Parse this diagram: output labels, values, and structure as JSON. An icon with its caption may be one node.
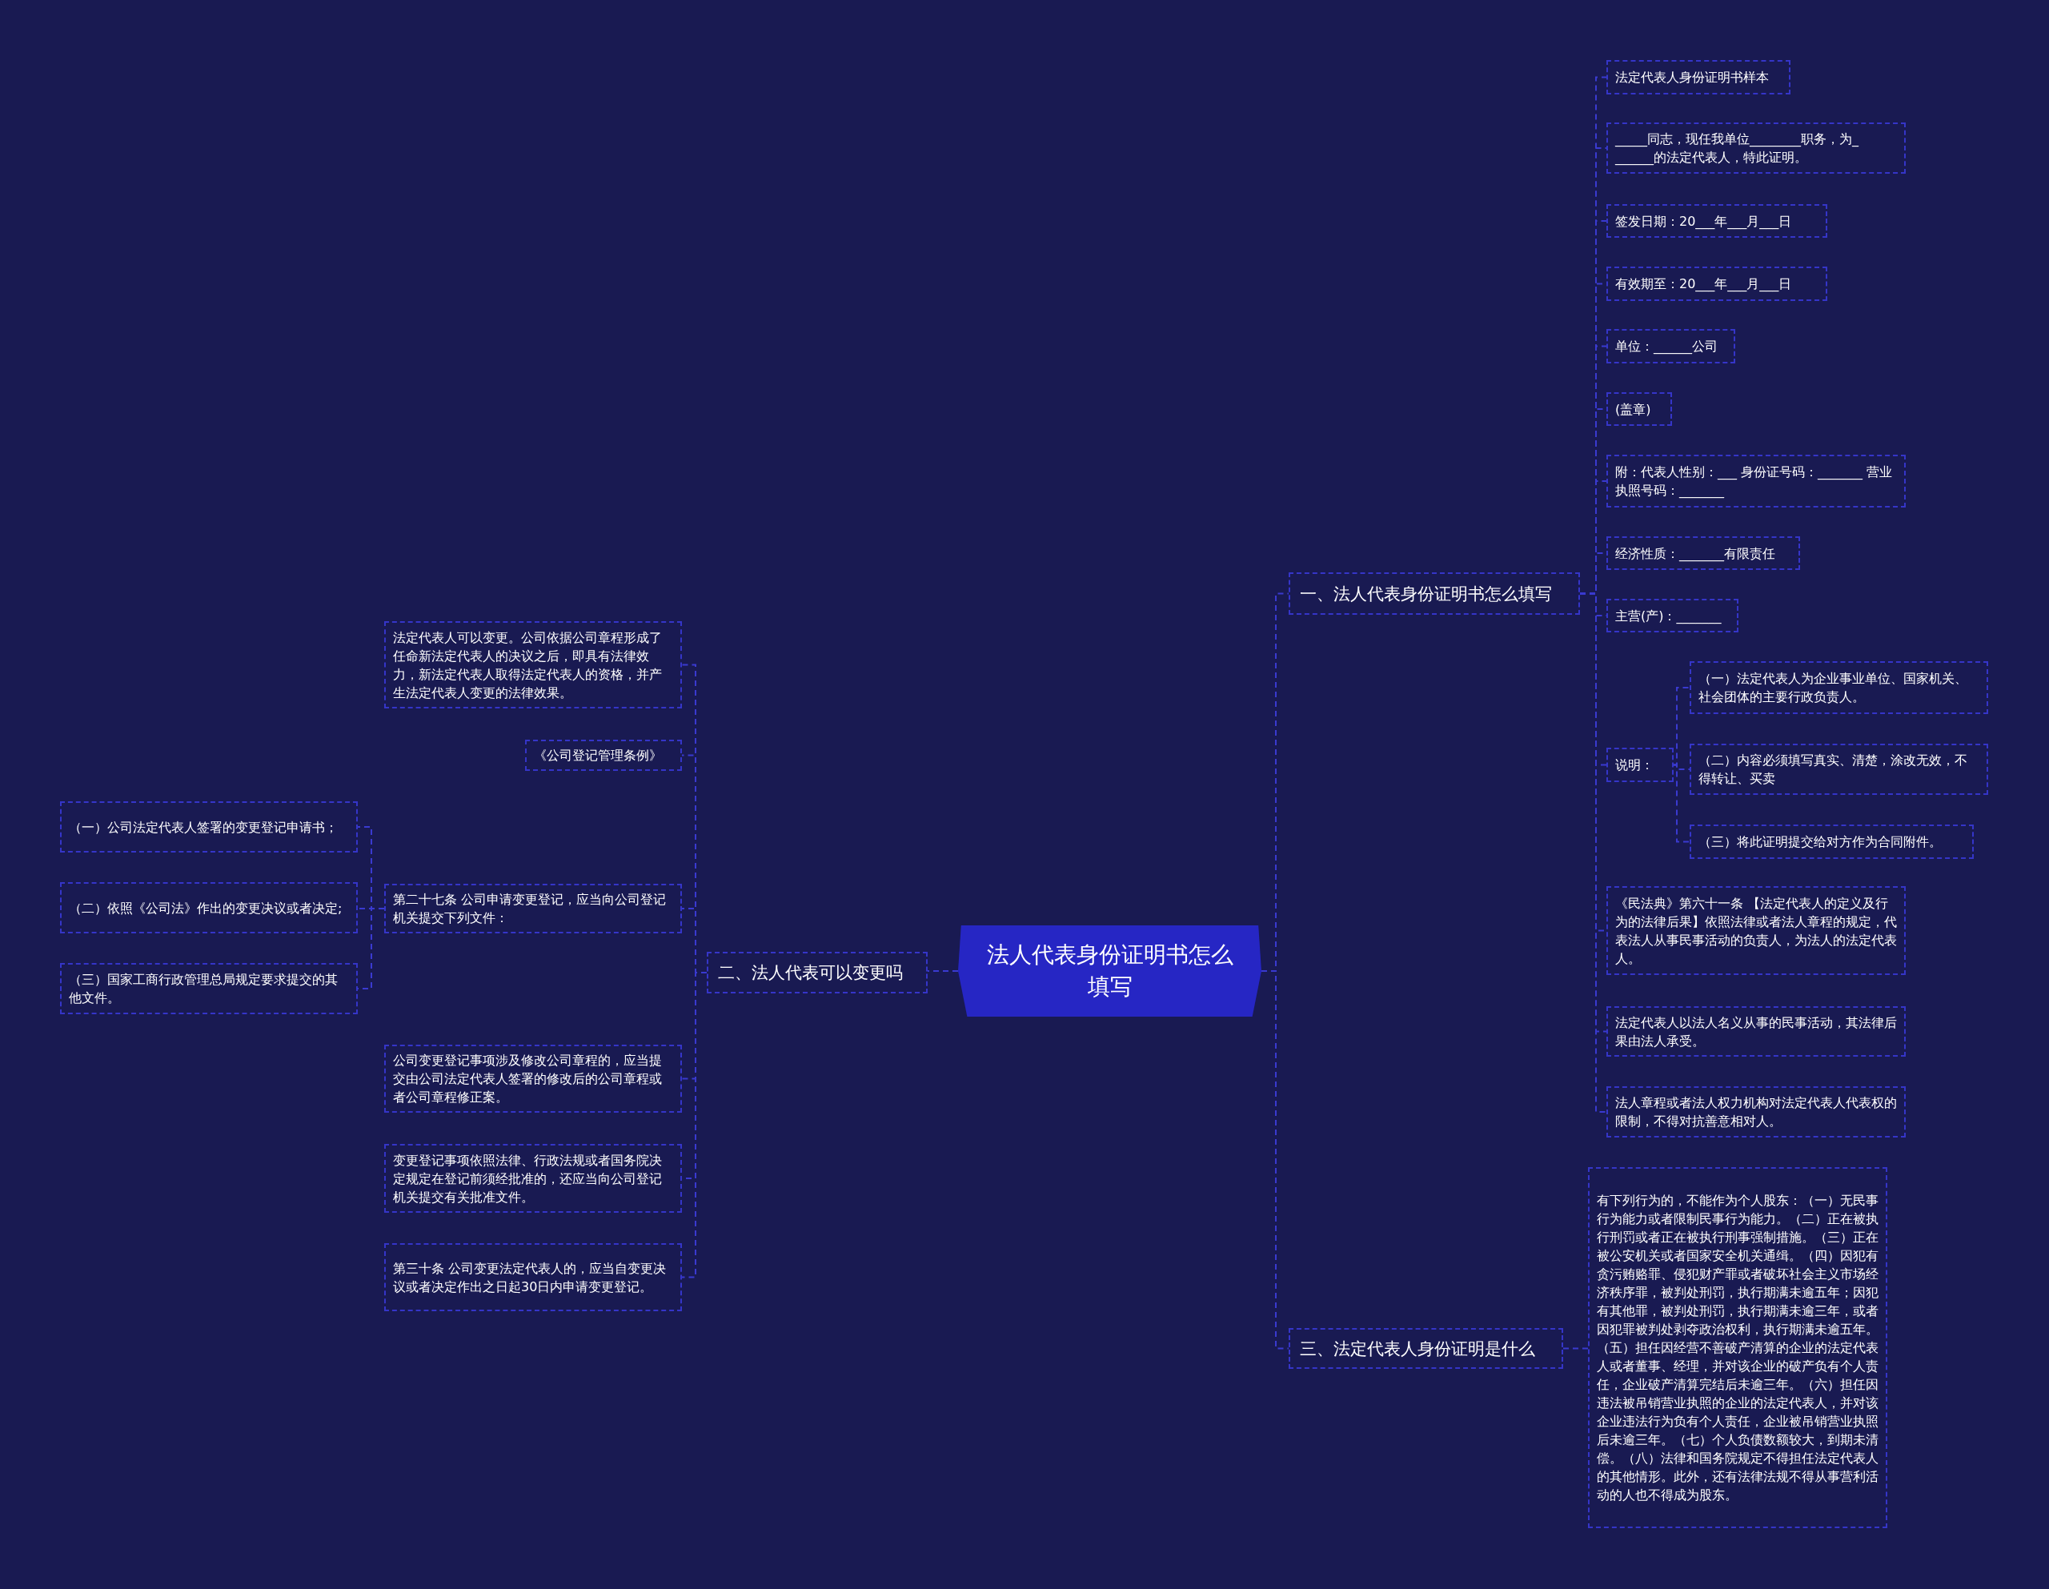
{
  "diagram": {
    "nodes": [
      {
        "text": [
          "法人代表身份证明书怎么填写"
        ]
      },
      {
        "text": [
          "一、法人代表身份证明书怎么填写"
        ]
      },
      {
        "text": [
          "法定代表人身份证明书样本"
        ]
      },
      {
        "text": [
          "_____同志，现任我单位________职务，为_ ______的法定代表人，特此证明。"
        ]
      },
      {
        "text": [
          "签发日期：20___年___月___日"
        ]
      },
      {
        "text": [
          "有效期至：20___年___月___日"
        ]
      },
      {
        "text": [
          "单位：______公司"
        ]
      },
      {
        "text": [
          "(盖章)"
        ]
      },
      {
        "text": [
          "附：代表人性别：___ 身份证号码：_______ 营业执照号码：_______"
        ]
      },
      {
        "text": [
          "经济性质：_______有限责任"
        ]
      },
      {
        "text": [
          "主营(产)：_______"
        ]
      },
      {
        "text": [
          "说明："
        ]
      },
      {
        "text": [
          "（一）法定代表人为企业事业单位、国家机关、社会团体的主要行政负责人。"
        ]
      },
      {
        "text": [
          "（二）内容必须填写真实、清楚，涂改无效，不得转让、买卖"
        ]
      },
      {
        "text": [
          "（三）将此证明提交给对方作为合同附件。"
        ]
      },
      {
        "text": [
          "《民法典》第六十一条 【法定代表人的定义及行为的法律后果】依照法律或者法人章程的规定，代表法人从事民事活动的负责人，为法人的法定代表人。"
        ]
      },
      {
        "text": [
          "法定代表人以法人名义从事的民事活动，其法律后果由法人承受。"
        ]
      },
      {
        "text": [
          "法人章程或者法人权力机构对法定代表人代表权的限制，不得对抗善意相对人。"
        ]
      },
      {
        "text": [
          "二、法人代表可以变更吗"
        ]
      },
      {
        "text": [
          "法定代表人可以变更。公司依据公司章程形成了任命新法定代表人的决议之后，即具有法律效力，新法定代表人取得法定代表人的资格，并产生法定代表人变更的法律效果。"
        ]
      },
      {
        "text": [
          "《公司登记管理条例》"
        ]
      },
      {
        "text": [
          "第二十七条 公司申请变更登记，应当向公司登记机关提交下列文件："
        ]
      },
      {
        "text": [
          "（一）公司法定代表人签署的变更登记申请书；"
        ]
      },
      {
        "text": [
          "（二）依照《公司法》作出的变更决议或者决定;"
        ]
      },
      {
        "text": [
          "（三）国家工商行政管理总局规定要求提交的其他文件。"
        ]
      },
      {
        "text": [
          "公司变更登记事项涉及修改公司章程的，应当提交由公司法定代表人签署的修改后的公司章程或者公司章程修正案。"
        ]
      },
      {
        "text": [
          "变更登记事项依照法律、行政法规或者国务院决定规定在登记前须经批准的，还应当向公司登记机关提交有关批准文件。"
        ]
      },
      {
        "text": [
          "第三十条 公司变更法定代表人的，应当自变更决议或者决定作出之日起30日内申请变更登记。"
        ]
      },
      {
        "text": [
          "三、法定代表人身份证明是什么"
        ]
      },
      {
        "text": [
          "有下列行为的，不能作为个人股东：（一）无民事行为能力或者限制民事行为能力。（二）正在被执行刑罚或者正在被执行刑事强制措施。（三）正在被公安机关或者国家安全机关通缉。（四）因犯有贪污贿赂罪、侵犯财产罪或者破坏社会主义市场经济秩序罪，被判处刑罚，执行期满未逾五年；因犯有其他罪，被判处刑罚，执行期满未逾三年，或者因犯罪被判处剥夺政治权利，执行期满未逾五年。（五）担任因经营不善破产清算的企业的法定代表人或者董事、经理，并对该企业的破产负有个人责任，企业破产清算完结后未逾三年。（六）担任因违法被吊销营业执照的企业的法定代表人，并对该企业违法行为负有个人责任，企业被吊销营业执照后未逾三年。（七）个人负债数额较大，到期未清偿。（八）法律和国务院规定不得担任法定代表人的其他情形。此外，还有法律法规不得从事营利活动的人也不得成为股东。"
        ]
      }
    ],
    "edges": [
      {
        "from": 0,
        "to": 1,
        "arrow": "none"
      },
      {
        "from": 1,
        "to": 2,
        "arrow": "none"
      },
      {
        "from": 1,
        "to": 3,
        "arrow": "none"
      },
      {
        "from": 1,
        "to": 4,
        "arrow": "none"
      },
      {
        "from": 1,
        "to": 5,
        "arrow": "none"
      },
      {
        "from": 1,
        "to": 6,
        "arrow": "none"
      },
      {
        "from": 1,
        "to": 7,
        "arrow": "none"
      },
      {
        "from": 1,
        "to": 8,
        "arrow": "none"
      },
      {
        "from": 1,
        "to": 9,
        "arrow": "none"
      },
      {
        "from": 1,
        "to": 10,
        "arrow": "none"
      },
      {
        "from": 1,
        "to": 11,
        "arrow": "none"
      },
      {
        "from": 11,
        "to": 12,
        "arrow": "none"
      },
      {
        "from": 11,
        "to": 13,
        "arrow": "none"
      },
      {
        "from": 11,
        "to": 14,
        "arrow": "none"
      },
      {
        "from": 1,
        "to": 15,
        "arrow": "none"
      },
      {
        "from": 1,
        "to": 16,
        "arrow": "none"
      },
      {
        "from": 1,
        "to": 17,
        "arrow": "none"
      },
      {
        "from": 0,
        "to": 18,
        "arrow": "none"
      },
      {
        "from": 18,
        "to": 19,
        "arrow": "none"
      },
      {
        "from": 18,
        "to": 20,
        "arrow": "none"
      },
      {
        "from": 18,
        "to": 21,
        "arrow": "none"
      },
      {
        "from": 21,
        "to": 22,
        "arrow": "none"
      },
      {
        "from": 21,
        "to": 23,
        "arrow": "none"
      },
      {
        "from": 21,
        "to": 24,
        "arrow": "none"
      },
      {
        "from": 18,
        "to": 25,
        "arrow": "none"
      },
      {
        "from": 18,
        "to": 26,
        "arrow": "none"
      },
      {
        "from": 18,
        "to": 27,
        "arrow": "none"
      },
      {
        "from": 0,
        "to": 28,
        "arrow": "none"
      },
      {
        "from": 28,
        "to": 29,
        "arrow": "none"
      }
    ]
  }
}
